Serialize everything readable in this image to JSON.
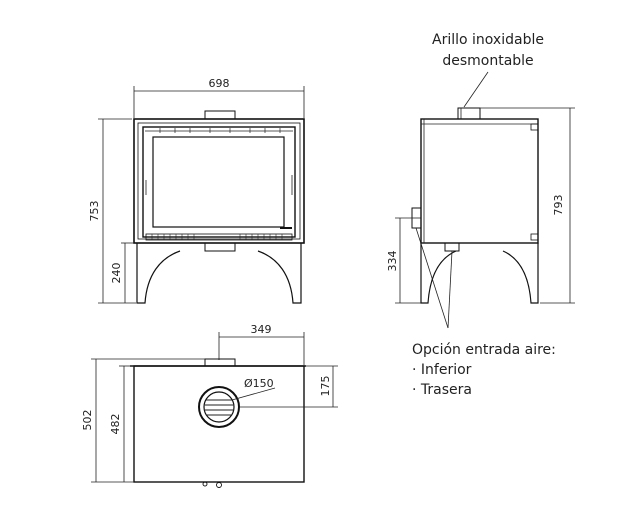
{
  "front_view": {
    "width_label": "698",
    "height_label": "753",
    "leg_height_label": "240"
  },
  "side_view": {
    "height_label": "793",
    "inlet_height_label": "334"
  },
  "top_view": {
    "depth_label": "502",
    "inner_depth_label": "482",
    "flue_offset_label": "349",
    "flue_depth_label": "175",
    "flue_diameter_label": "Ø150"
  },
  "annotations": {
    "ring_line1": "Arillo inoxidable",
    "ring_line2": "desmontable",
    "air_title": "Opción entrada aire:",
    "air_opt1": "· Inferior",
    "air_opt2": "· Trasera"
  }
}
